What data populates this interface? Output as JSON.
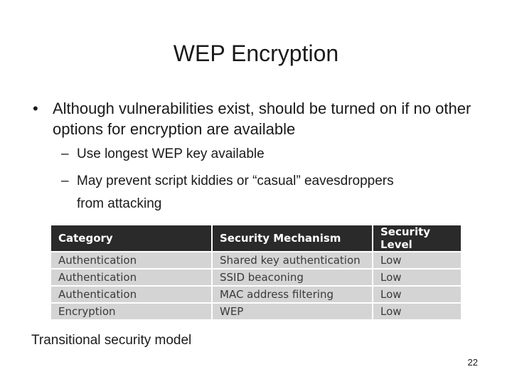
{
  "slide": {
    "title": "WEP Encryption",
    "bullet_mark": "•",
    "bullet": "Although vulnerabilities exist, should be turned on if no other options for encryption are available",
    "sub_mark": "–",
    "sub_bullets": [
      "Use longest WEP key available",
      "May prevent script kiddies or “casual” eavesdroppers\nfrom attacking"
    ],
    "table": {
      "headers": [
        "Category",
        "Security Mechanism",
        "Security Level"
      ],
      "rows": [
        [
          "Authentication",
          "Shared key authentication",
          "Low"
        ],
        [
          "Authentication",
          "SSID beaconing",
          "Low"
        ],
        [
          "Authentication",
          "MAC address filtering",
          "Low"
        ],
        [
          "Encryption",
          "WEP",
          "Low"
        ]
      ]
    },
    "caption": "Transitional security model",
    "page_number": "22"
  }
}
